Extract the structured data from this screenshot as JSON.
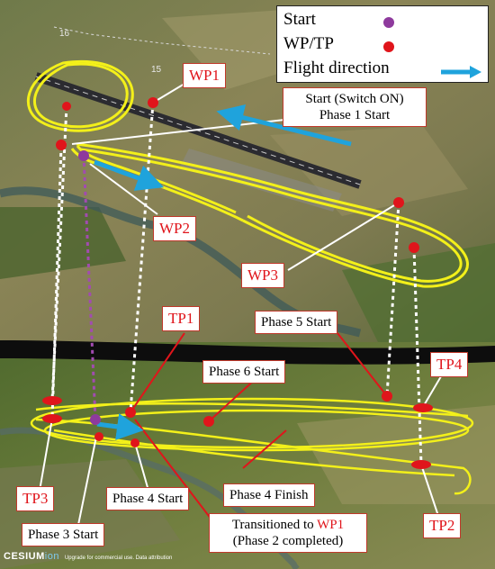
{
  "legend": {
    "start_label": "Start",
    "wp_label": "WP/TP",
    "direction_label": "Flight direction",
    "colors": {
      "start": "#8e3a9d",
      "wp": "#e0151b",
      "arrow": "#1fa3dc",
      "path": "#f3f01a"
    }
  },
  "labels": {
    "wp1": "WP1",
    "wp2": "WP2",
    "wp3": "WP3",
    "tp1": "TP1",
    "tp2": "TP2",
    "tp3": "TP3",
    "tp4": "TP4",
    "start_switch_line1": "Start (Switch ON)",
    "start_switch_line2": "Phase 1 Start",
    "phase5": "Phase 5 Start",
    "phase6": "Phase 6 Start",
    "phase4_start": "Phase 4 Start",
    "phase4_finish": "Phase 4 Finish",
    "phase3": "Phase 3 Start",
    "transitioned_prefix": "Transitioned to ",
    "transitioned_wp": "WP1",
    "phase2_completed": "(Phase 2 completed)"
  },
  "map_text": {
    "runway_marks": [
      "16",
      "15"
    ],
    "attribution_brand": "CESIUM",
    "attribution_ion": "ion",
    "attribution_small": "Upgrade for commercial use.  Data attribution"
  }
}
